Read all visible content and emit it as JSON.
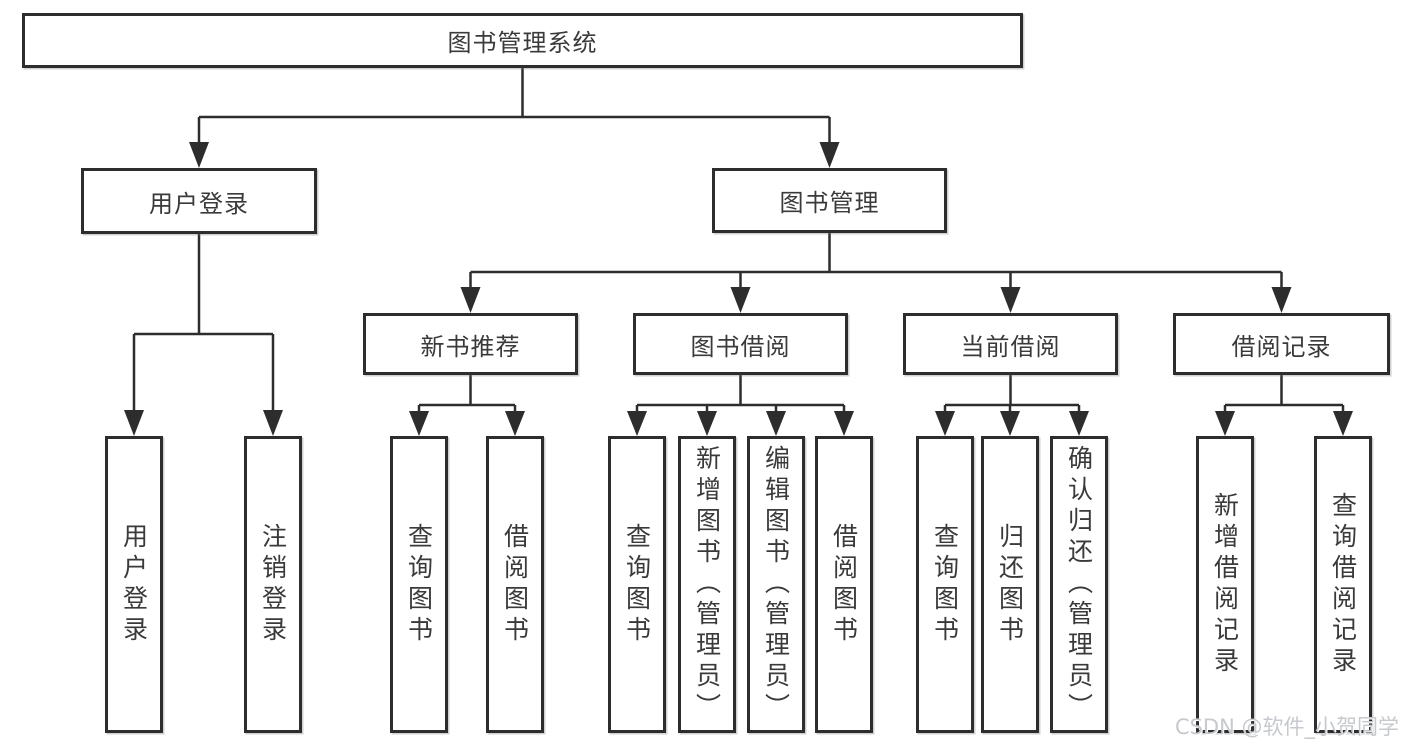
{
  "diagram": {
    "root": {
      "label": "图书管理系统",
      "children": [
        {
          "label": "用户登录",
          "children": [
            {
              "label": "用户登录"
            },
            {
              "label": "注销登录"
            }
          ]
        },
        {
          "label": "图书管理",
          "children": [
            {
              "label": "新书推荐",
              "children": [
                {
                  "label": "查询图书"
                },
                {
                  "label": "借阅图书"
                }
              ]
            },
            {
              "label": "图书借阅",
              "children": [
                {
                  "label": "查询图书"
                },
                {
                  "label": "新增图书（管理员）"
                },
                {
                  "label": "编辑图书（管理员）"
                },
                {
                  "label": "借阅图书"
                }
              ]
            },
            {
              "label": "当前借阅",
              "children": [
                {
                  "label": "查询图书"
                },
                {
                  "label": "归还图书"
                },
                {
                  "label": "确认归还（管理员）"
                }
              ]
            },
            {
              "label": "借阅记录",
              "children": [
                {
                  "label": "新增借阅记录"
                },
                {
                  "label": "查询借阅记录"
                }
              ]
            }
          ]
        }
      ]
    }
  },
  "watermark": "CSDN @软件_小贺同学",
  "colors": {
    "line": "#2d2d2d",
    "text": "#3a3a3a",
    "watermark": "#c6c9ce",
    "background": "#ffffff"
  }
}
